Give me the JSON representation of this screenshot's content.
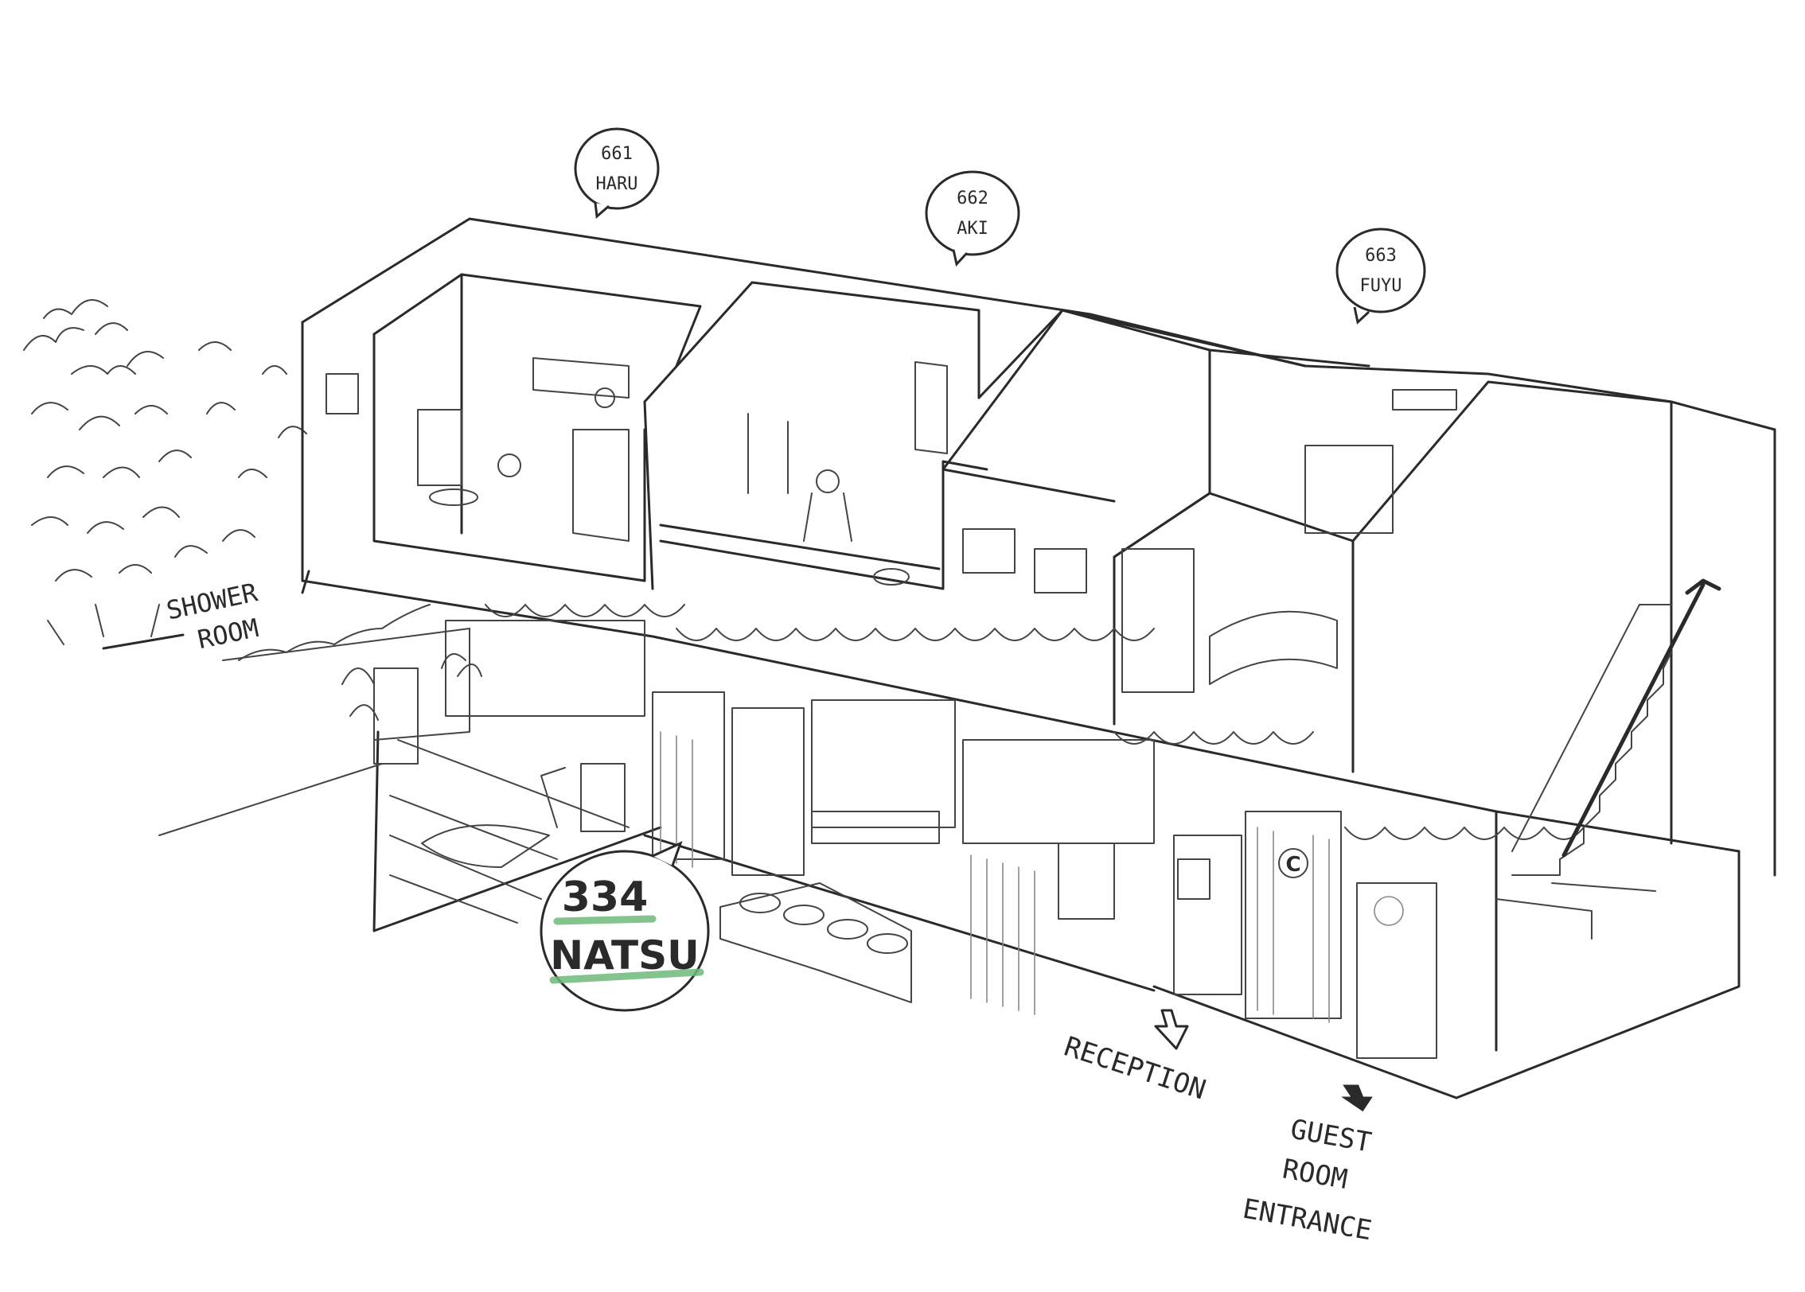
{
  "labels": {
    "haru": {
      "number": "661",
      "name": "HARU"
    },
    "aki": {
      "number": "662",
      "name": "AKI"
    },
    "fuyu": {
      "number": "663",
      "name": "FUYU"
    },
    "natsu": {
      "number": "334",
      "name": "NATSU"
    },
    "shower_room": {
      "line1": "SHOWER",
      "line2": "ROOM"
    },
    "reception": "RECEPTION",
    "guest_entrance": {
      "line1": "GUEST",
      "line2": "ROOM",
      "line3": "ENTRANCE"
    },
    "sign_letter": "C"
  },
  "colors": {
    "ink": "#2a2a2a",
    "highlight": "#6db87a",
    "paper": "#ffffff"
  }
}
